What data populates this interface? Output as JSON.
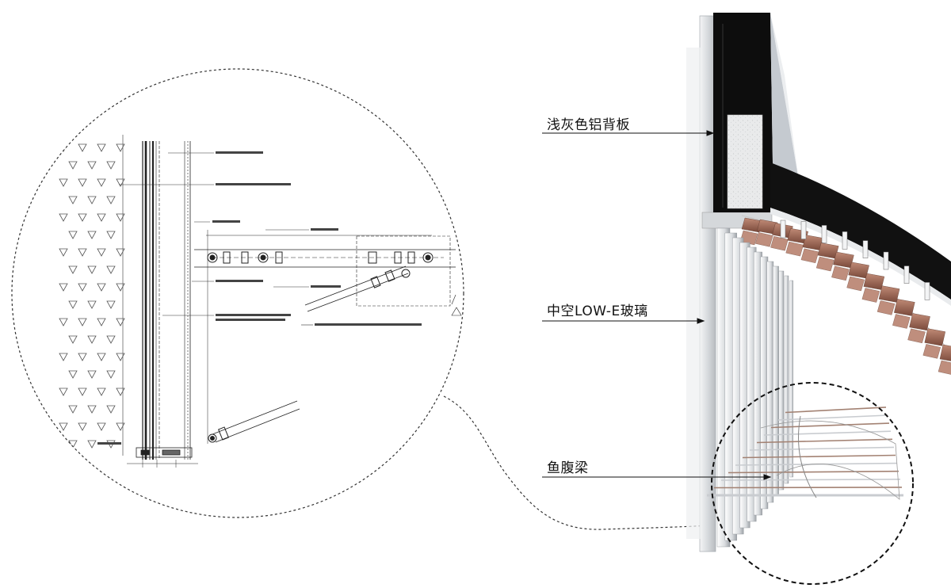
{
  "callouts": {
    "aluminum_back_panel": "浅灰色铝背板",
    "low_e_glass": "中空LOW-E玻璃",
    "fish_belly_beam": "鱼腹梁"
  },
  "colors": {
    "line": "#222222",
    "frame_light": "#e6e8ea",
    "frame_mid": "#c3c7cb",
    "frame_dark": "#111111",
    "louver_brown": "#8a5a4a",
    "louver_light": "#b9826f",
    "concrete_triangle": "#555555"
  }
}
